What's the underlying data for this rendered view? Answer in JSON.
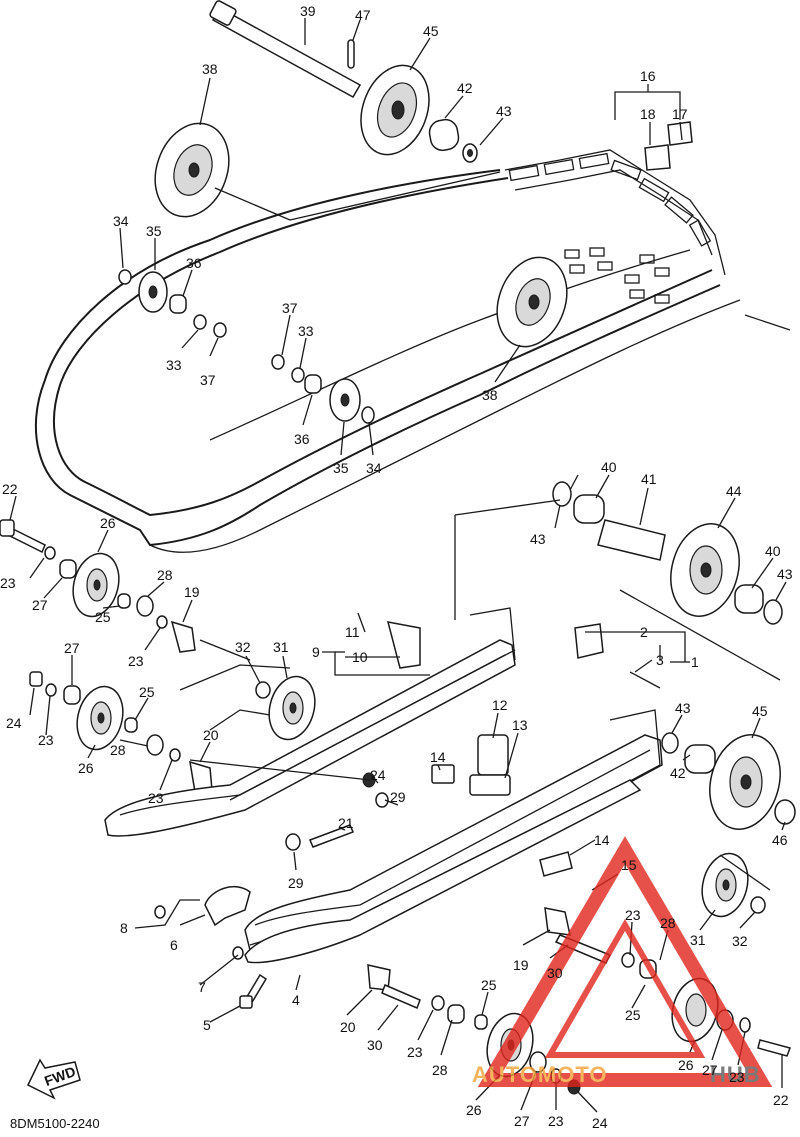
{
  "diagram_code": "8DM5100-2240",
  "fwd_label": "FWD",
  "watermark": {
    "part1": "AUTOMOTO",
    "part2": "HUB",
    "color_red": "#e0251b",
    "color_orange": "#f4a236",
    "color_gray": "#5a5a5a"
  },
  "labels": [
    {
      "id": "l39a",
      "text": "39"
    },
    {
      "id": "l47",
      "text": "47"
    },
    {
      "id": "l45a",
      "text": "45"
    },
    {
      "id": "l38a",
      "text": "38"
    },
    {
      "id": "l42a",
      "text": "42"
    },
    {
      "id": "l43a",
      "text": "43"
    },
    {
      "id": "l16",
      "text": "16"
    },
    {
      "id": "l18",
      "text": "18"
    },
    {
      "id": "l17",
      "text": "17"
    },
    {
      "id": "l34a",
      "text": "34"
    },
    {
      "id": "l35a",
      "text": "35"
    },
    {
      "id": "l36a",
      "text": "36"
    },
    {
      "id": "l33a",
      "text": "33"
    },
    {
      "id": "l37a",
      "text": "37"
    },
    {
      "id": "l37b",
      "text": "37"
    },
    {
      "id": "l33b",
      "text": "33"
    },
    {
      "id": "l38b",
      "text": "38"
    },
    {
      "id": "l36b",
      "text": "36"
    },
    {
      "id": "l35b",
      "text": "35"
    },
    {
      "id": "l34b",
      "text": "34"
    },
    {
      "id": "l22a",
      "text": "22"
    },
    {
      "id": "l26a",
      "text": "26"
    },
    {
      "id": "l23a",
      "text": "23"
    },
    {
      "id": "l27a",
      "text": "27"
    },
    {
      "id": "l25a",
      "text": "25"
    },
    {
      "id": "l28a",
      "text": "28"
    },
    {
      "id": "l19a",
      "text": "19"
    },
    {
      "id": "l23b",
      "text": "23"
    },
    {
      "id": "l40a",
      "text": "40"
    },
    {
      "id": "l41",
      "text": "41"
    },
    {
      "id": "l44",
      "text": "44"
    },
    {
      "id": "l43b",
      "text": "43"
    },
    {
      "id": "l40b",
      "text": "40"
    },
    {
      "id": "l43c",
      "text": "43"
    },
    {
      "id": "l11",
      "text": "11"
    },
    {
      "id": "l9",
      "text": "9"
    },
    {
      "id": "l10",
      "text": "10"
    },
    {
      "id": "l2",
      "text": "2"
    },
    {
      "id": "l3",
      "text": "3"
    },
    {
      "id": "l1",
      "text": "1"
    },
    {
      "id": "l32a",
      "text": "32"
    },
    {
      "id": "l31a",
      "text": "31"
    },
    {
      "id": "l27b",
      "text": "27"
    },
    {
      "id": "l24a",
      "text": "24"
    },
    {
      "id": "l23c",
      "text": "23"
    },
    {
      "id": "l25b",
      "text": "25"
    },
    {
      "id": "l26b",
      "text": "26"
    },
    {
      "id": "l28b",
      "text": "28"
    },
    {
      "id": "l20a",
      "text": "20"
    },
    {
      "id": "l23d",
      "text": "23"
    },
    {
      "id": "l12",
      "text": "12"
    },
    {
      "id": "l13",
      "text": "13"
    },
    {
      "id": "l14a",
      "text": "14"
    },
    {
      "id": "l43d",
      "text": "43"
    },
    {
      "id": "l45b",
      "text": "45"
    },
    {
      "id": "l42b",
      "text": "42"
    },
    {
      "id": "l24b",
      "text": "24"
    },
    {
      "id": "l29a",
      "text": "29"
    },
    {
      "id": "l21",
      "text": "21"
    },
    {
      "id": "l29b",
      "text": "29"
    },
    {
      "id": "l46",
      "text": "46"
    },
    {
      "id": "l14b",
      "text": "14"
    },
    {
      "id": "l15",
      "text": "15"
    },
    {
      "id": "l8",
      "text": "8"
    },
    {
      "id": "l6",
      "text": "6"
    },
    {
      "id": "l23e",
      "text": "23"
    },
    {
      "id": "l28c",
      "text": "28"
    },
    {
      "id": "l31b",
      "text": "31"
    },
    {
      "id": "l32b",
      "text": "32"
    },
    {
      "id": "l19b",
      "text": "19"
    },
    {
      "id": "l30a",
      "text": "30"
    },
    {
      "id": "l7",
      "text": "7"
    },
    {
      "id": "l4",
      "text": "4"
    },
    {
      "id": "l25c",
      "text": "25"
    },
    {
      "id": "l5",
      "text": "5"
    },
    {
      "id": "l20b",
      "text": "20"
    },
    {
      "id": "l30b",
      "text": "30"
    },
    {
      "id": "l25d",
      "text": "25"
    },
    {
      "id": "l23f",
      "text": "23"
    },
    {
      "id": "l28d",
      "text": "28"
    },
    {
      "id": "l26c",
      "text": "26"
    },
    {
      "id": "l27c",
      "text": "27"
    },
    {
      "id": "l23g",
      "text": "23"
    },
    {
      "id": "l26d",
      "text": "26"
    },
    {
      "id": "l27d",
      "text": "27"
    },
    {
      "id": "l23h",
      "text": "23"
    },
    {
      "id": "l24c",
      "text": "24"
    },
    {
      "id": "l22b",
      "text": "22"
    }
  ]
}
